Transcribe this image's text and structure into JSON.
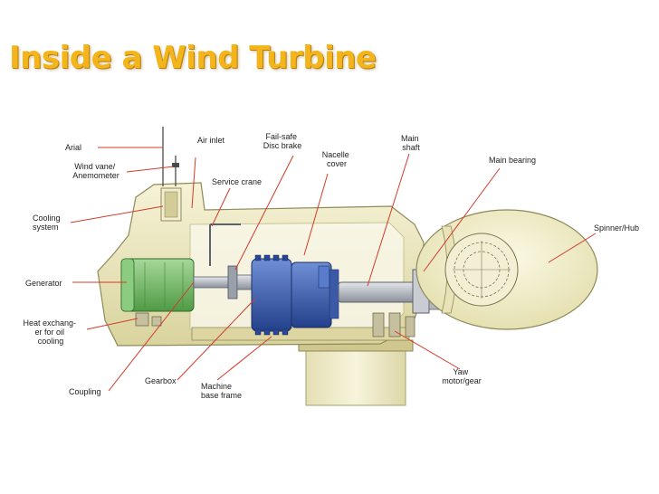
{
  "title": "Inside a Wind Turbine",
  "colors": {
    "title": "#f3b51b",
    "leader_lines": "#d23b2b",
    "nacelle": "#eeeac2",
    "generator": "#7fbf73",
    "gearbox": "#3f63b5",
    "shaft": "#b9bec6",
    "tower": "#f2efcf"
  },
  "labels": {
    "arial": "Arial",
    "wind_vane": [
      "Wind vane/",
      "Anemometer"
    ],
    "cooling_system": [
      "Cooling",
      "system"
    ],
    "generator": "Generator",
    "heat_exchanger": [
      "Heat exchang-",
      "er for oil",
      "cooling"
    ],
    "coupling": "Coupling",
    "gearbox": "Gearbox",
    "machine_base_frame": [
      "Machine",
      "base frame"
    ],
    "air_inlet": "Air inlet",
    "service_crane": "Service crane",
    "fail_safe_brake": [
      "Fail-safe",
      "Disc brake"
    ],
    "nacelle_cover": [
      "Nacelle",
      "cover"
    ],
    "main_shaft": [
      "Main",
      "shaft"
    ],
    "main_bearing": "Main bearing",
    "spinner_hub": "Spinner/Hub",
    "yaw_motor": [
      "Yaw",
      "motor/gear"
    ]
  }
}
